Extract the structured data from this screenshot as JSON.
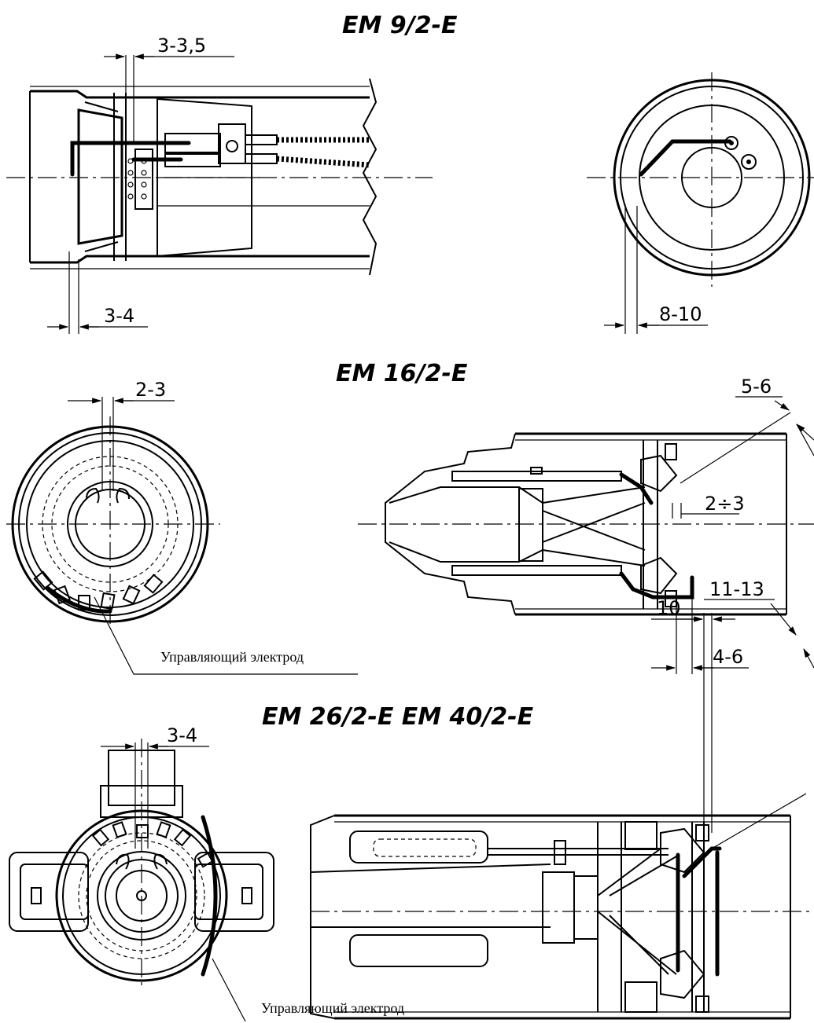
{
  "sections": [
    {
      "title": "EM 9/2-E",
      "dimensions": [
        "3-3,5",
        "3-4",
        "8-10"
      ]
    },
    {
      "title": "EM 16/2-E",
      "dimensions": [
        "2-3",
        "5-6",
        "2÷3",
        "4-6"
      ],
      "note": "Управляющий электрод"
    },
    {
      "title": "EM 26/2-E   EM 40/2-E",
      "dimensions": [
        "3-4",
        "11-13",
        "10"
      ],
      "note": "Управляющий электрод"
    }
  ]
}
